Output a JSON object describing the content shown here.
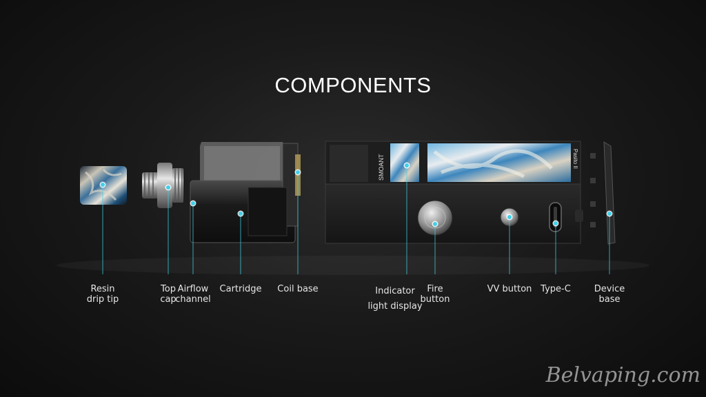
{
  "title": "COMPONENTS",
  "accent_color": "#3fd0e8",
  "brand_text": "SMOANT",
  "side_text": "Pasito II",
  "components": [
    {
      "id": "resin-drip-tip",
      "label": "Resin\ndrip tip"
    },
    {
      "id": "top-cap",
      "label": "Top\ncap"
    },
    {
      "id": "airflow-channel",
      "label": "Airflow\nchannel"
    },
    {
      "id": "cartridge",
      "label": "Cartridge"
    },
    {
      "id": "coil-base",
      "label": "Coil base"
    },
    {
      "id": "indicator-light-display",
      "label": "Indicator\nlight display"
    },
    {
      "id": "fire-button",
      "label": "Fire\nbutton"
    },
    {
      "id": "vv-button",
      "label": "VV button"
    },
    {
      "id": "type-c",
      "label": "Type-C"
    },
    {
      "id": "device-base",
      "label": "Device\nbase"
    }
  ],
  "watermark": "Belvaping.com"
}
